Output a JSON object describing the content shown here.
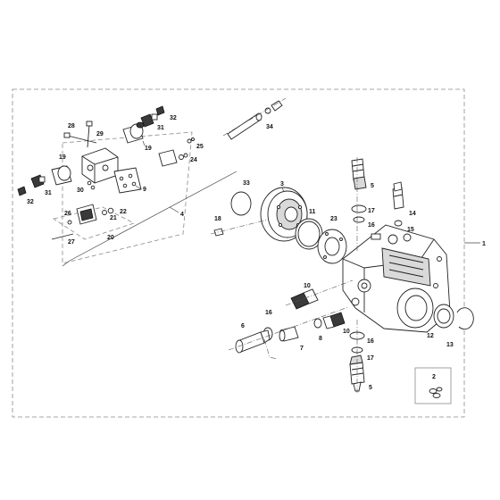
{
  "callouts": {
    "c1": "1",
    "c2": "2",
    "c3": "3",
    "c4": "4",
    "c5a": "5",
    "c5b": "5",
    "c6": "6",
    "c7": "7",
    "c8": "8",
    "c9": "9",
    "c10a": "10",
    "c10b": "10",
    "c11": "11",
    "c12": "12",
    "c13": "13",
    "c14": "14",
    "c15": "15",
    "c16a": "16",
    "c16b": "16",
    "c16c": "16",
    "c17a": "17",
    "c17b": "17",
    "c18": "18",
    "c19a": "19",
    "c19b": "19",
    "c20": "20",
    "c21": "21",
    "c22": "22",
    "c23": "23",
    "c24": "24",
    "c25": "25",
    "c26": "26",
    "c27": "27",
    "c28": "28",
    "c29": "29",
    "c30": "30",
    "c31a": "31",
    "c31b": "31",
    "c32a": "32",
    "c32b": "32",
    "c33": "33",
    "c34": "34"
  }
}
